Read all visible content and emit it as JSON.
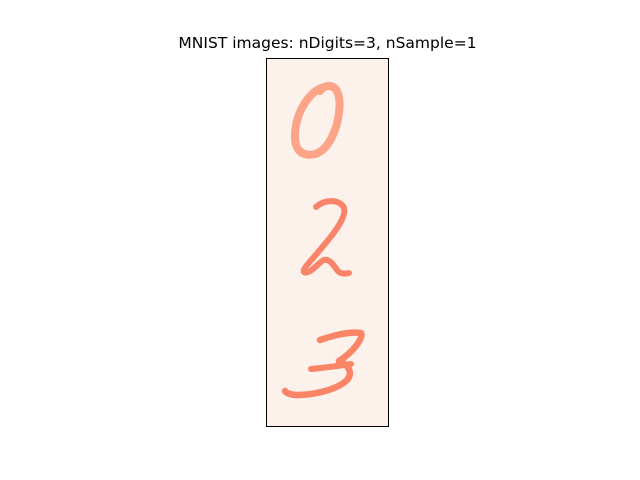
{
  "figure": {
    "title": "MNIST images: nDigits=3, nSample=1",
    "background_color": "#fdf1ec",
    "frame_color": "#000000",
    "colormap": "Reds"
  },
  "digits": [
    {
      "label": "0",
      "ink_color": "#fca487"
    },
    {
      "label": "2",
      "ink_color": "#f9846a"
    },
    {
      "label": "3",
      "ink_color": "#fa8566"
    }
  ]
}
